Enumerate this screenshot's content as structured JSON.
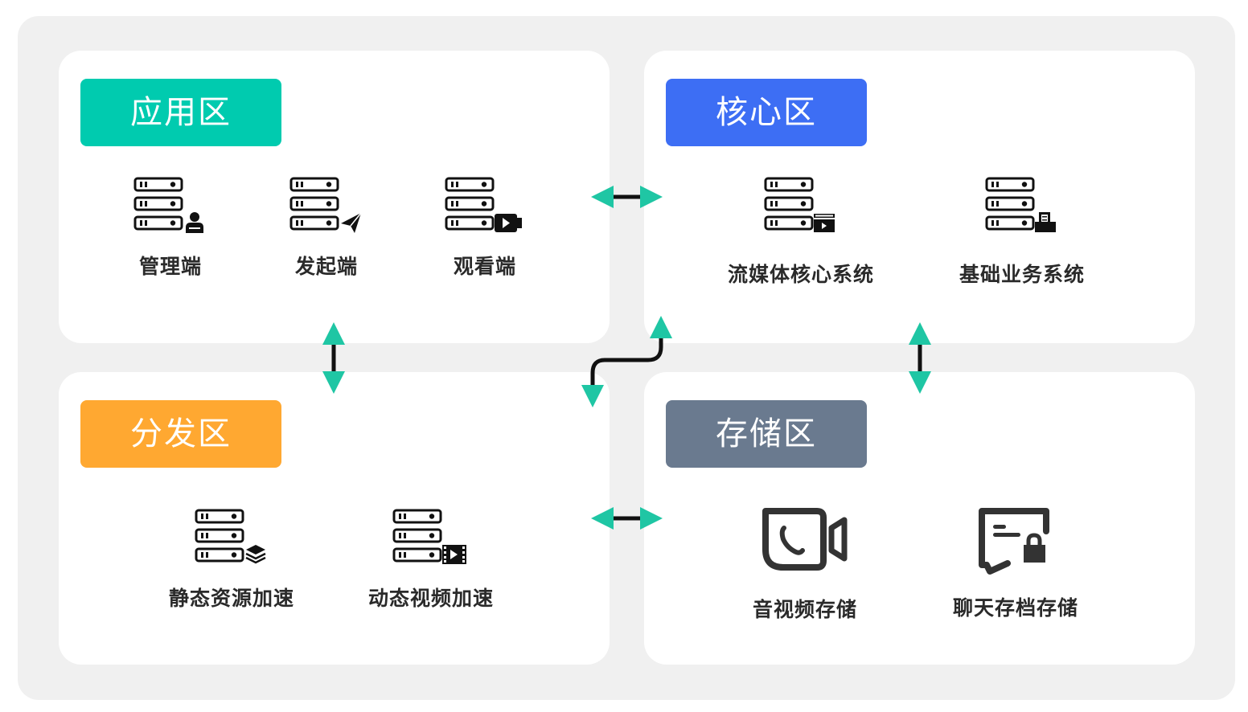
{
  "colors": {
    "app": "#00cbaf",
    "core": "#3d6ef4",
    "dist": "#ffa831",
    "store": "#6a7a8f",
    "arrow": "#1fc6a4",
    "line": "#111111"
  },
  "zones": {
    "app": {
      "title": "应用区",
      "items": [
        {
          "label": "管理端",
          "icon": "server-user-icon"
        },
        {
          "label": "发起端",
          "icon": "server-send-icon"
        },
        {
          "label": "观看端",
          "icon": "server-video-icon"
        }
      ]
    },
    "core": {
      "title": "核心区",
      "items": [
        {
          "label": "流媒体核心系统",
          "icon": "server-media-icon"
        },
        {
          "label": "基础业务系统",
          "icon": "server-document-icon"
        }
      ]
    },
    "dist": {
      "title": "分发区",
      "items": [
        {
          "label": "静态资源加速",
          "icon": "server-layers-icon"
        },
        {
          "label": "动态视频加速",
          "icon": "server-film-icon"
        }
      ]
    },
    "store": {
      "title": "存储区",
      "items": [
        {
          "label": "音视频存储",
          "icon": "video-call-icon"
        },
        {
          "label": "聊天存档存储",
          "icon": "chat-lock-icon"
        }
      ]
    }
  },
  "connections": [
    {
      "from": "应用区",
      "to": "核心区",
      "type": "bidirectional"
    },
    {
      "from": "应用区",
      "to": "分发区",
      "type": "bidirectional"
    },
    {
      "from": "核心区",
      "to": "分发区",
      "type": "bidirectional"
    },
    {
      "from": "核心区",
      "to": "存储区",
      "type": "bidirectional"
    },
    {
      "from": "分发区",
      "to": "存储区",
      "type": "bidirectional"
    }
  ]
}
